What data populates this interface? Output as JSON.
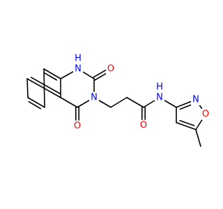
{
  "molecule": {
    "atom_labels": {
      "n1h": "H",
      "n1": "N",
      "o2": "O",
      "n3": "N",
      "o4": "O",
      "n_amide": "N",
      "h_amide": "H",
      "o_amide": "O",
      "n_isox": "N",
      "o_isox": "O"
    },
    "colors": {
      "bond": "#000000",
      "nitrogen": "#0000ff",
      "oxygen": "#ff0000"
    }
  }
}
